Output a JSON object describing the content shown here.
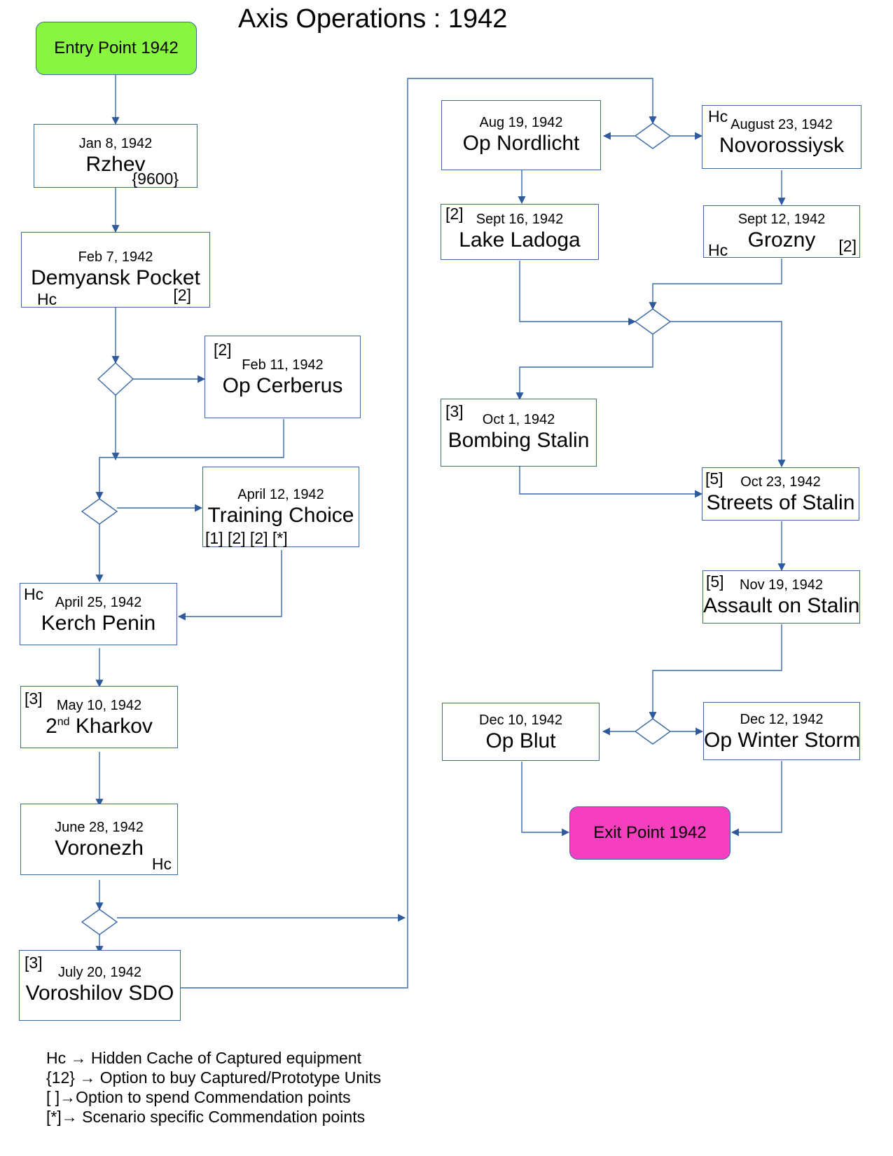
{
  "title": "Axis Operations : 1942",
  "entry": "Entry Point 1942",
  "exit": "Exit Point 1942",
  "colors": {
    "entry_fill": "#88f540",
    "exit_fill": "#f53fbf",
    "line": "#3a6aa8",
    "arrow": "#2e5a9c"
  },
  "nodes": {
    "rzhev": {
      "date": "Jan 8, 1942",
      "name": "Rzhev",
      "units": "{9600}"
    },
    "demyansk": {
      "date": "Feb 7, 1942",
      "name": "Demyansk Pocket",
      "hc": "Hc",
      "points": "[2]"
    },
    "cerberus": {
      "date": "Feb 11, 1942",
      "name": "Op Cerberus",
      "points": "[2]"
    },
    "training": {
      "date": "April 12, 1942",
      "name": "Training Choice",
      "options": "[1] [2]  [2] [*]"
    },
    "kerch": {
      "date": "April 25, 1942",
      "name": "Kerch Penin",
      "hc": "Hc"
    },
    "kharkov": {
      "date": "May 10, 1942",
      "name_num": "2",
      "name_sup": "nd",
      "name_rest": " Kharkov",
      "points": "[3]"
    },
    "voronezh": {
      "date": "June 28, 1942",
      "name": "Voronezh",
      "hc": "Hc"
    },
    "voroshilov": {
      "date": "July 20, 1942",
      "name": "Voroshilov SDO",
      "points": "[3]"
    },
    "nordlicht": {
      "date": "Aug 19, 1942",
      "name": "Op Nordlicht"
    },
    "novorossiysk": {
      "date": "August 23, 1942",
      "name": "Novorossiysk",
      "hc": "Hc"
    },
    "ladoga": {
      "date": "Sept 16, 1942",
      "name": "Lake Ladoga",
      "points": "[2]"
    },
    "grozny": {
      "date": "Sept 12, 1942",
      "name": "Grozny",
      "hc": "Hc",
      "points": "[2]"
    },
    "bombing": {
      "date": "Oct 1, 1942",
      "name": "Bombing Stalin",
      "points": "[3]"
    },
    "streets": {
      "date": "Oct 23, 1942",
      "name": "Streets of Stalin",
      "points": "[5]"
    },
    "assault": {
      "date": "Nov 19, 1942",
      "name": "Assault on Stalin",
      "points": "[5]"
    },
    "blut": {
      "date": "Dec 10, 1942",
      "name": "Op Blut"
    },
    "winter": {
      "date": "Dec 12, 1942",
      "name": "Op Winter Storm"
    }
  },
  "legend": [
    "Hc → Hidden Cache of Captured equipment",
    "{12} → Option to buy Captured/Prototype Units",
    "[ ]→Option to spend Commendation points",
    "[*]→  Scenario specific Commendation points"
  ]
}
